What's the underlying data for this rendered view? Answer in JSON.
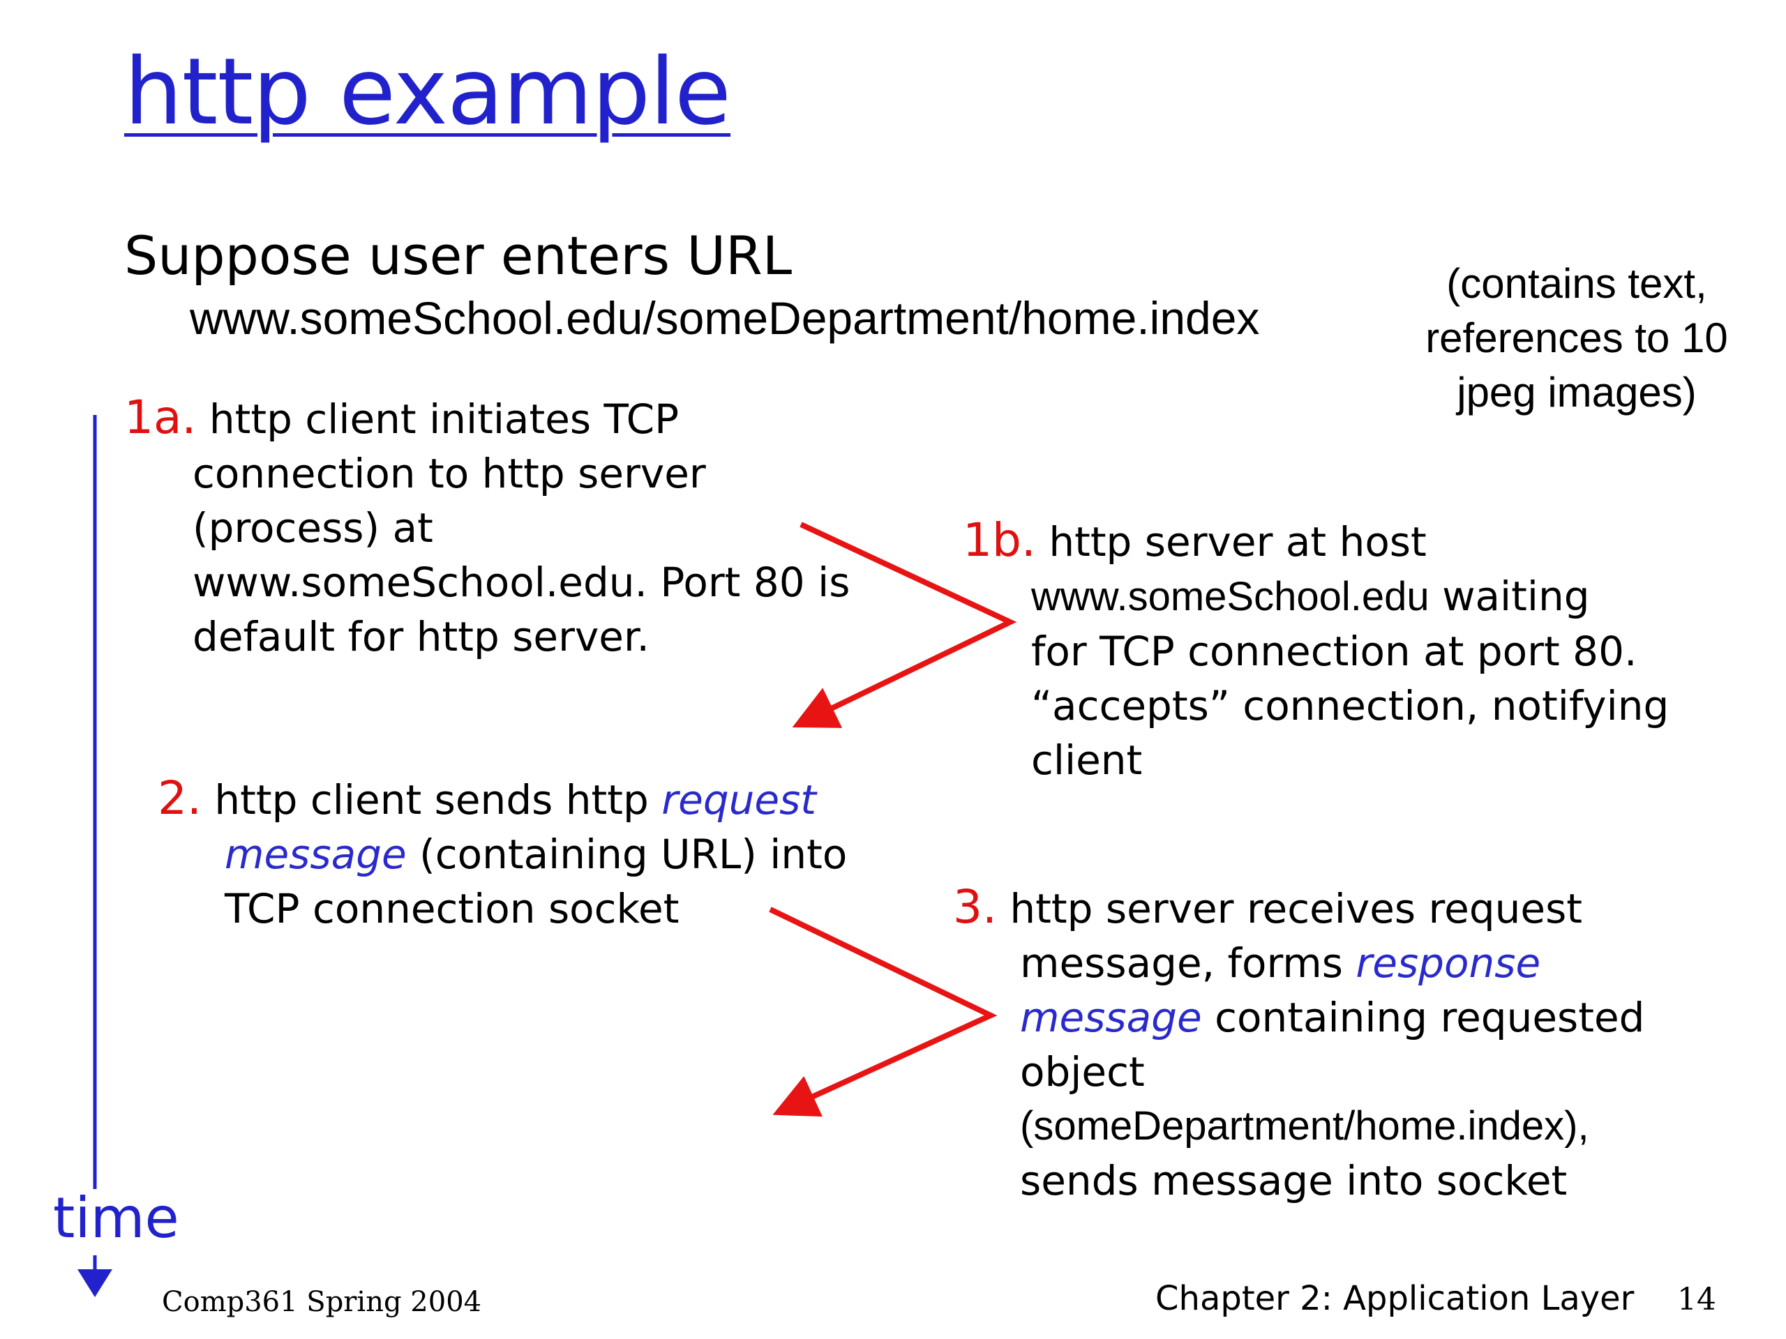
{
  "title": "http example",
  "intro": {
    "suppose": "Suppose user enters URL",
    "url": "www.someSchool.edu/someDepartment/home.index",
    "note_lines": [
      "(contains text,",
      "references to 10",
      "jpeg images)"
    ]
  },
  "steps": {
    "s1a": {
      "num": "1a.",
      "lines": [
        "http client initiates TCP",
        "connection to http server",
        "(process) at",
        "www.someSchool.edu. Port 80 is",
        "default for http server."
      ]
    },
    "s1b": {
      "num": "1b.",
      "line1": "http server at host",
      "line2a": "www.someSchool.edu",
      "line2b": " waiting",
      "line3": "for TCP connection at port 80.",
      "line4": "“accepts” connection, notifying",
      "line5": "client"
    },
    "s2": {
      "num": "2.",
      "line1a": "http client sends http ",
      "line1b": "request",
      "line2a": "message",
      "line2b": " (containing URL) into",
      "line3": "TCP connection socket"
    },
    "s3": {
      "num": "3.",
      "line1": "http server receives request",
      "line2a": "message, forms ",
      "line2b": "response",
      "line3a": "message",
      "line3b": " containing requested",
      "line4": "object",
      "line5": "(someDepartment/home.index),",
      "line6": "sends message into socket"
    }
  },
  "timeline": {
    "label": "time"
  },
  "footer": {
    "course": "Comp361   Spring 2004",
    "chapter": "Chapter 2: Application Layer",
    "page": "14"
  },
  "colors": {
    "title": "#2222cc",
    "step_number": "#e01010",
    "arrow": "#e81414",
    "timeline": "#2222cc",
    "emphasis": "#2a2acc"
  }
}
